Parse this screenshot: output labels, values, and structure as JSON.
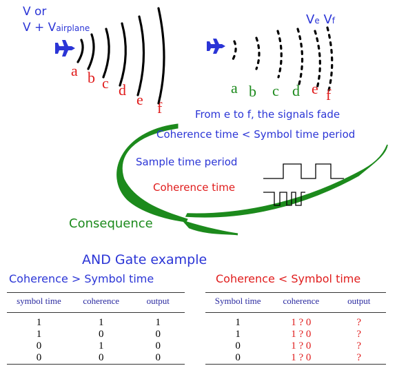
{
  "top": {
    "v_or": "V or",
    "v_airplane_main": "V + V",
    "v_airplane_sub": "airplane",
    "left_letters": [
      "a",
      "b",
      "c",
      "d",
      "e",
      "f"
    ],
    "right_letters": [
      "a",
      "b",
      "c",
      "d",
      "e",
      "f"
    ],
    "ve": "V",
    "ve_sub": "e",
    "vf": "V",
    "vf_sub": "f"
  },
  "labels": {
    "fade": "From e to f, the  signals fade",
    "coherence_lt": "Coherence time < Symbol time period",
    "sample_period": "Sample time period",
    "coherence_time": "Coherence time",
    "consequence": "Consequence"
  },
  "example": {
    "title": "AND Gate example",
    "left_heading": "Coherence > Symbol time",
    "right_heading": "Coherence < Symbol time",
    "columns": [
      "symbol time",
      "coherence",
      "output"
    ],
    "right_columns": [
      "Symbol time",
      "coherence",
      "output"
    ],
    "left_rows": [
      [
        "1",
        "1",
        "1"
      ],
      [
        "1",
        "0",
        "0"
      ],
      [
        "0",
        "1",
        "0"
      ],
      [
        "0",
        "0",
        "0"
      ]
    ],
    "right_rows": [
      [
        "1",
        "1 ? 0",
        "?"
      ],
      [
        "1",
        "1 ? 0",
        "?"
      ],
      [
        "0",
        "1 ? 0",
        "?"
      ],
      [
        "0",
        "1 ? 0",
        "?"
      ]
    ]
  },
  "colors": {
    "blue": "#2b35d6",
    "red": "#e01b1b",
    "green": "#1c8a1c"
  }
}
